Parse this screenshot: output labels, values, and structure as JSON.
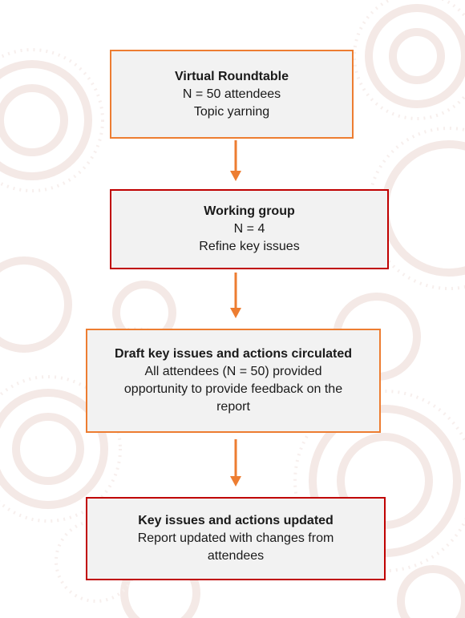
{
  "colors": {
    "orange_border": "#ED7D31",
    "red_border": "#C00000",
    "arrow": "#ED7D31",
    "box_fill": "#F2F2F2",
    "background_pattern": "#F3E7E4"
  },
  "steps": [
    {
      "title": "Virtual Roundtable",
      "lines": [
        "N = 50 attendees",
        "Topic yarning"
      ],
      "border": "orange"
    },
    {
      "title": "Working group",
      "lines": [
        "N = 4",
        "Refine key issues"
      ],
      "border": "red"
    },
    {
      "title": "Draft key issues and actions circulated",
      "lines": [
        "All attendees (N = 50) provided",
        "opportunity to provide feedback on the",
        "report"
      ],
      "border": "orange"
    },
    {
      "title": "Key issues and actions updated",
      "lines": [
        "Report updated with changes from",
        "attendees"
      ],
      "border": "red"
    }
  ]
}
